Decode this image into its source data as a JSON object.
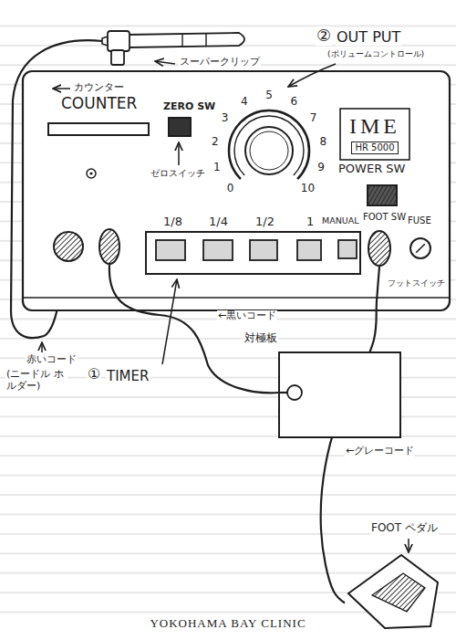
{
  "diagram": {
    "nodes": [
      {
        "text": [
          "COUNTER"
        ]
      },
      {
        "text": [
          "ZERO SW"
        ]
      },
      {
        "text": [
          "IME",
          "HR 5000"
        ]
      },
      {
        "text": [
          "POWER SW"
        ]
      },
      {
        "text": [
          "1/8"
        ]
      },
      {
        "text": [
          "1/4"
        ]
      },
      {
        "text": [
          "1/2"
        ]
      },
      {
        "text": [
          "1"
        ]
      },
      {
        "text": [
          "MANUAL"
        ]
      },
      {
        "text": [
          "FOOT SW"
        ]
      },
      {
        "text": [
          "FUSE"
        ]
      },
      {
        "text": [
          "対極板"
        ]
      },
      {
        "text": [
          "FOOT ペダル"
        ]
      }
    ],
    "edges": [
      {
        "from": 9,
        "to": 12,
        "arrow": "none"
      }
    ],
    "labels": [
      "スーパークリップ",
      "②",
      "OUT PUT",
      "(ボリュームコントロール)",
      "カウンター",
      "0",
      "1",
      "2",
      "3",
      "4",
      "5",
      "6",
      "7",
      "8",
      "9",
      "10",
      "ゼロスイッチ",
      "フットスイッチ",
      "赤いコード",
      "(ニードル ホルダー)",
      "←黒いコード",
      "①",
      "TIMER",
      "←グレーコード",
      "YOKOHAMA BAY CLINIC"
    ]
  }
}
